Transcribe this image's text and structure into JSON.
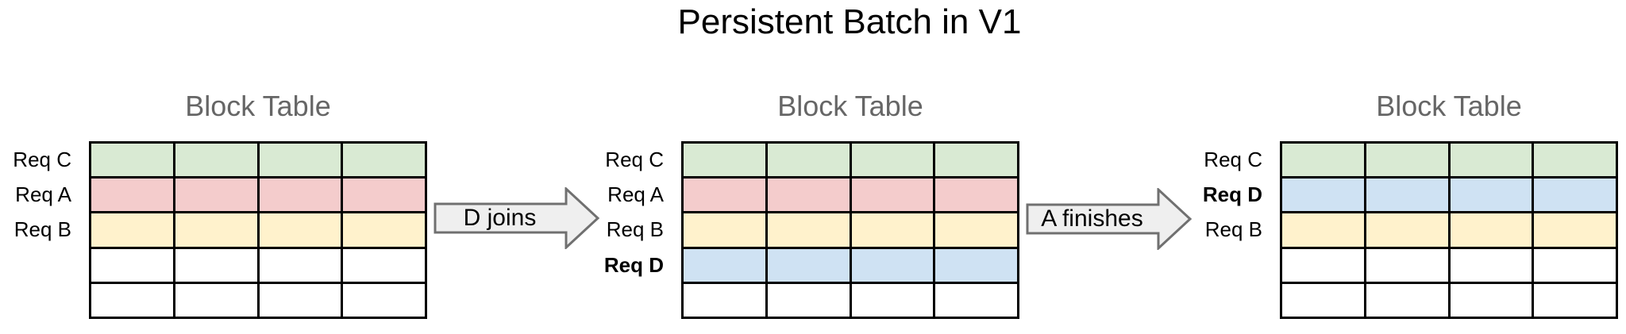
{
  "title": "Persistent Batch in V1",
  "colors": {
    "block_green": "#d9ead3",
    "block_red": "#f4cccc",
    "block_yellow": "#fff2cc",
    "block_blue": "#cfe2f3",
    "empty": "#ffffff",
    "grid_line": "#000000",
    "table_title_gray": "#666666",
    "arrow_fill": "#efefef",
    "arrow_stroke": "#707070"
  },
  "arrows": [
    {
      "label": "D joins"
    },
    {
      "label": "A finishes"
    }
  ],
  "tables": [
    {
      "title": "Block Table",
      "columns": 4,
      "rows": [
        {
          "label": "Req C",
          "bold": false,
          "color_key": "block_green"
        },
        {
          "label": "Req A",
          "bold": false,
          "color_key": "block_red"
        },
        {
          "label": "Req B",
          "bold": false,
          "color_key": "block_yellow"
        },
        {
          "label": "",
          "bold": false,
          "color_key": "empty"
        },
        {
          "label": "",
          "bold": false,
          "color_key": "empty"
        }
      ]
    },
    {
      "title": "Block Table",
      "columns": 4,
      "rows": [
        {
          "label": "Req C",
          "bold": false,
          "color_key": "block_green"
        },
        {
          "label": "Req A",
          "bold": false,
          "color_key": "block_red"
        },
        {
          "label": "Req B",
          "bold": false,
          "color_key": "block_yellow"
        },
        {
          "label": "Req D",
          "bold": true,
          "color_key": "block_blue"
        },
        {
          "label": "",
          "bold": false,
          "color_key": "empty"
        }
      ]
    },
    {
      "title": "Block Table",
      "columns": 4,
      "rows": [
        {
          "label": "Req C",
          "bold": false,
          "color_key": "block_green"
        },
        {
          "label": "Req D",
          "bold": true,
          "color_key": "block_blue"
        },
        {
          "label": "Req B",
          "bold": false,
          "color_key": "block_yellow"
        },
        {
          "label": "",
          "bold": false,
          "color_key": "empty"
        },
        {
          "label": "",
          "bold": false,
          "color_key": "empty"
        }
      ]
    }
  ]
}
